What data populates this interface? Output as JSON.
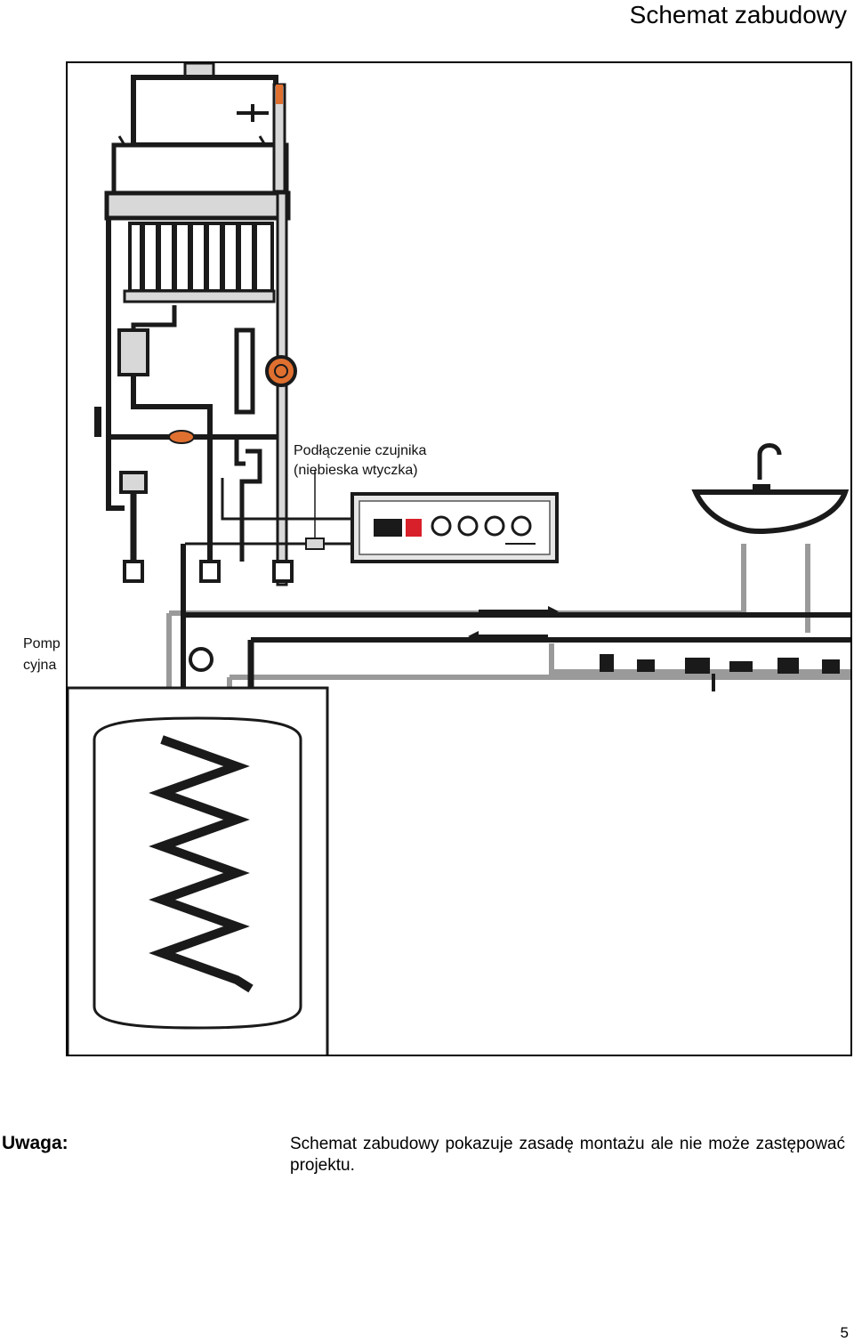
{
  "page": {
    "title": "Schemat zabudowy",
    "page_number": "5"
  },
  "diagram": {
    "sensor_label_line1": "Podłączenie czujnika",
    "sensor_label_line2": "(niebieska wtyczka)",
    "pump_label_line1": "Pomp",
    "pump_label_line2": "cyjna"
  },
  "note": {
    "heading": "Uwaga:",
    "text": "Schemat zabudowy pokazuje zasadę montażu ale nie może zastępować projektu."
  },
  "colors": {
    "pipe_dark": "#1a1a1a",
    "pipe_gray": "#9a9a9a",
    "fill_light": "#d8d8d8",
    "accent_orange": "#e07030",
    "accent_red": "#d8202a"
  }
}
